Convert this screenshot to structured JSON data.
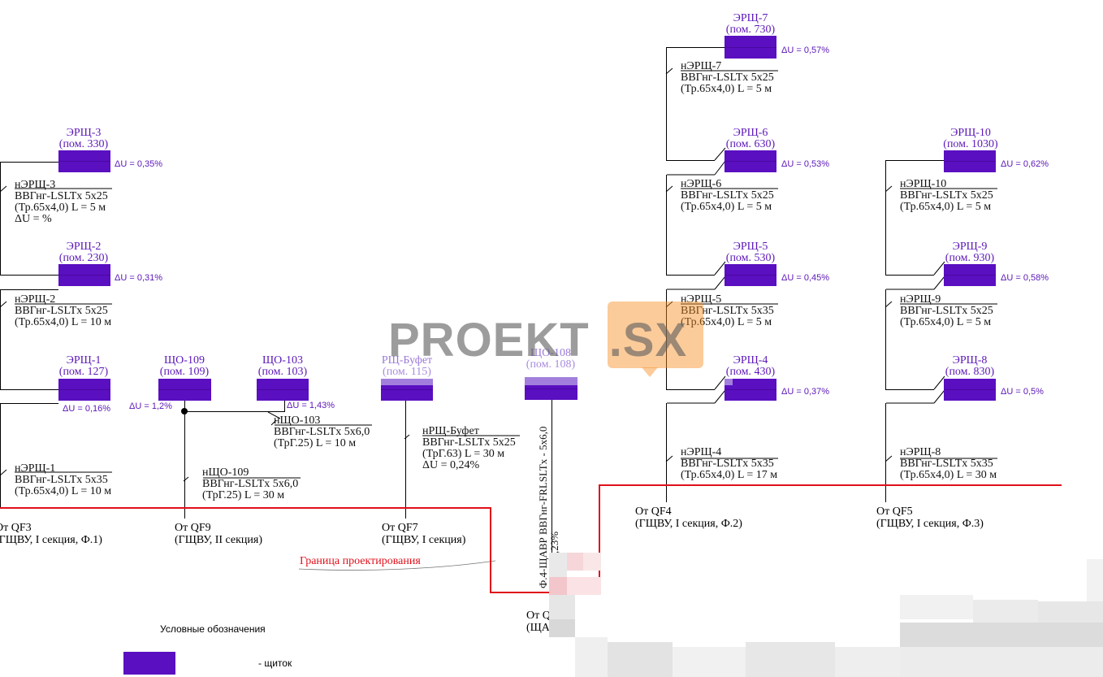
{
  "panels": [
    {
      "id": "erp3",
      "name": "ЭРЩ-3",
      "room": "(пом. 330)",
      "du": "ΔU = 0,35%"
    },
    {
      "id": "erp2",
      "name": "ЭРЩ-2",
      "room": "(пом. 230)",
      "du": "ΔU = 0,31%"
    },
    {
      "id": "erp1",
      "name": "ЭРЩ-1",
      "room": "(пом. 127)",
      "du": "ΔU = 0,16%"
    },
    {
      "id": "sho109",
      "name": "ЩО-109",
      "room": "(пом. 109)",
      "du": "ΔU = 1,2%"
    },
    {
      "id": "sho103",
      "name": "ЩО-103",
      "room": "(пом. 103)",
      "du": "ΔU = 1,43%"
    },
    {
      "id": "buf",
      "name": "РЩ-Буфет",
      "room": "(пом. 115)"
    },
    {
      "id": "sho108",
      "name": "ЩО-108",
      "room": "(пом. 108)"
    },
    {
      "id": "erp7",
      "name": "ЭРЩ-7",
      "room": "(пом. 730)",
      "du": "ΔU = 0,57%"
    },
    {
      "id": "erp6",
      "name": "ЭРЩ-6",
      "room": "(пом. 630)",
      "du": "ΔU = 0,53%"
    },
    {
      "id": "erp5",
      "name": "ЭРЩ-5",
      "room": "(пом. 530)",
      "du": "ΔU = 0,45%"
    },
    {
      "id": "erp4",
      "name": "ЭРЩ-4",
      "room": "(пом. 430)",
      "du": "ΔU = 0,37%"
    },
    {
      "id": "erp10",
      "name": "ЭРЩ-10",
      "room": "(пом. 1030)",
      "du": "ΔU = 0,62%"
    },
    {
      "id": "erp9",
      "name": "ЭРЩ-9",
      "room": "(пом. 930)",
      "du": "ΔU = 0,58%"
    },
    {
      "id": "erp8",
      "name": "ЭРЩ-8",
      "room": "(пом. 830)",
      "du": "ΔU = 0,5%"
    }
  ],
  "cables": [
    {
      "id": "c3",
      "l1": "нЭРЩ-3",
      "l2": "ВВГнг-LSLTx 5x25",
      "l3": "(Тр.65x4,0) L = 5 м",
      "l4": "ΔU = %"
    },
    {
      "id": "c2",
      "l1": "нЭРЩ-2",
      "l2": "ВВГнг-LSLTx 5x25",
      "l3": "(Тр.65x4,0) L = 10 м"
    },
    {
      "id": "c1",
      "l1": "нЭРЩ-1",
      "l2": "ВВГнг-LSLTx 5x35",
      "l3": "(Тр.65x4,0) L = 10 м"
    },
    {
      "id": "c103",
      "l1": "нЩО-103",
      "l2": "ВВГнг-LSLTx 5x6,0",
      "l3": "(ТрГ.25) L = 10 м"
    },
    {
      "id": "c109",
      "l1": "нЩО-109",
      "l2": "ВВГнг-LSLTx 5x6,0",
      "l3": "(ТрГ.25) L = 30 м"
    },
    {
      "id": "cbuf",
      "l1": "нРЩ-Буфет",
      "l2": "ВВГнг-LSLTx 5x25",
      "l3": "(ТрГ.63) L = 30 м",
      "l4": "ΔU = 0,24%"
    },
    {
      "id": "c7",
      "l1": "нЭРЩ-7",
      "l2": "ВВГнг-LSLTx 5x25",
      "l3": "(Тр.65x4,0) L = 5 м"
    },
    {
      "id": "c6",
      "l1": "нЭРЩ-6",
      "l2": "ВВГнг-LSLTx 5x25",
      "l3": "(Тр.65x4,0) L = 5 м"
    },
    {
      "id": "c5",
      "l1": "нЭРЩ-5",
      "l2": "ВВГнг-LSLTx 5x35",
      "l3": "(Тр.65x4,0) L = 5 м"
    },
    {
      "id": "c4",
      "l1": "нЭРЩ-4",
      "l2": "ВВГнг-LSLTx 5x35",
      "l3": "(Тр.65x4,0) L = 17 м"
    },
    {
      "id": "c10",
      "l1": "нЭРЩ-10",
      "l2": "ВВГнг-LSLTx 5x25",
      "l3": "(Тр.65x4,0) L = 5 м"
    },
    {
      "id": "c9",
      "l1": "нЭРЩ-9",
      "l2": "ВВГнг-LSLTx 5x25",
      "l3": "(Тр.65x4,0) L = 5 м"
    },
    {
      "id": "c8",
      "l1": "нЭРЩ-8",
      "l2": "ВВГнг-LSLTx 5x35",
      "l3": "(Тр.65x4,0) L = 30 м"
    }
  ],
  "vertical_cable": {
    "text": "Ф.4-ЩАВР ВВГнг-FRLSLTx - 5x6,0",
    "sub": "м ΔU=0,23%"
  },
  "feeds": [
    {
      "id": "qf3",
      "l1": "От QF3",
      "l2": "(ГЩВУ, I секция, Ф.1)"
    },
    {
      "id": "qf9",
      "l1": "От QF9",
      "l2": "(ГЩВУ, II секция)"
    },
    {
      "id": "qf7",
      "l1": "От QF7",
      "l2": "(ГЩВУ, I секция)"
    },
    {
      "id": "qf4",
      "l1": "От QF4",
      "l2": "(ГЩВУ, I секция, Ф.2)"
    },
    {
      "id": "qf5",
      "l1": "От QF5",
      "l2": "(ГЩВУ, I секция, Ф.3)"
    },
    {
      "id": "qfx",
      "l1": "От Q",
      "l2": "(ЩА"
    }
  ],
  "boundary_label": "Граница проектирования",
  "legend": {
    "title": "Условные обозначения",
    "panel_desc": "- щиток"
  },
  "watermark": {
    "main": "PROEKT",
    "ext": ".SX"
  },
  "colors": {
    "panel": "#5a0fc1",
    "boundary": "#e0101a",
    "title": "#5b17b8"
  }
}
